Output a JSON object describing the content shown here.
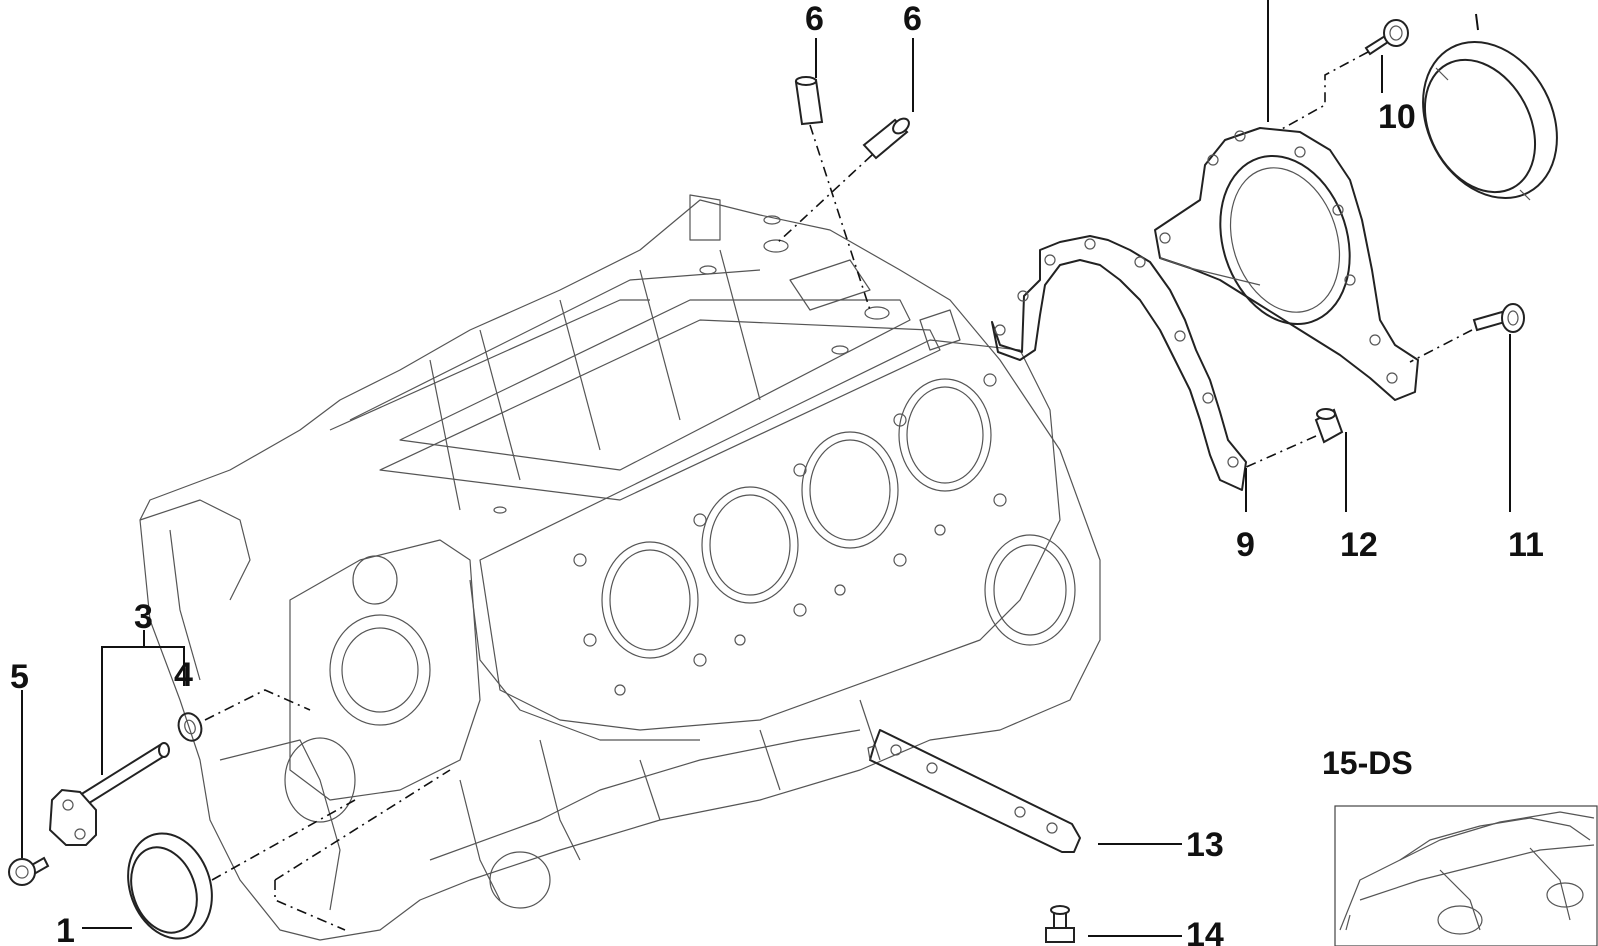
{
  "callouts": {
    "c1": "1",
    "c3": "3",
    "c4": "4",
    "c5": "5",
    "c6a": "6",
    "c6b": "6",
    "c9": "9",
    "c10": "10",
    "c11": "11",
    "c12": "12",
    "c13": "13",
    "c14": "14"
  },
  "diagram_code": "15-DS",
  "colors": {
    "line": "#222222",
    "text": "#111111",
    "background": "#ffffff"
  },
  "icons": {
    "vehicle_thumbnail": "car-outline-icon"
  }
}
